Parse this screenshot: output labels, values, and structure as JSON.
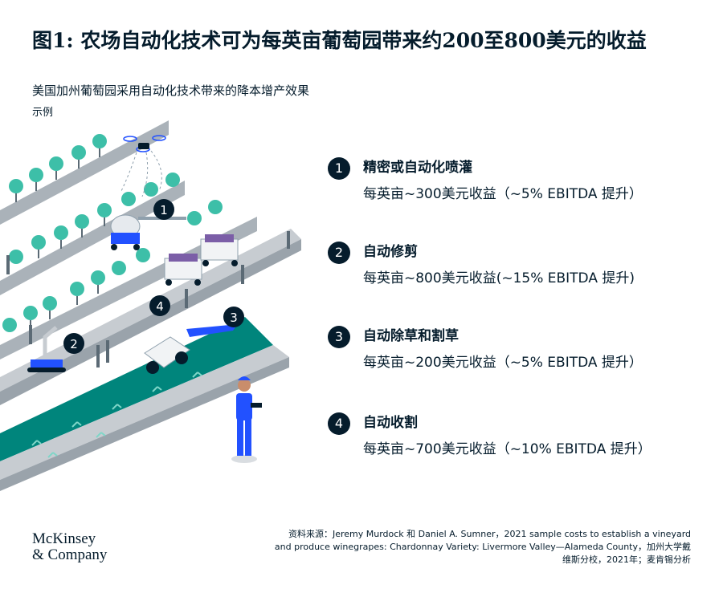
{
  "header": {
    "title": "图1: 农场自动化技术可为每英亩葡萄园带来约200至800美元的收益",
    "subtitle": "美国加州葡萄园采用自动化技术带来的降本增产效果",
    "note": "示例"
  },
  "illustration": {
    "markers": [
      "1",
      "2",
      "3",
      "4"
    ]
  },
  "items": [
    {
      "number": "1",
      "title": "精密或自动化喷灌",
      "value": "每英亩~300美元收益（~5% EBITDA 提升）"
    },
    {
      "number": "2",
      "title": "自动修剪",
      "value": "每英亩~800美元收益(~15% EBITDA 提升)"
    },
    {
      "number": "3",
      "title": "自动除草和割草",
      "value": "每英亩~200美元收益（~5% EBITDA 提升）"
    },
    {
      "number": "4",
      "title": "自动收割",
      "value": "每英亩~700美元收益（~10% EBITDA 提升）"
    }
  ],
  "footer": {
    "logo_line1": "McKinsey",
    "logo_line2": "& Company",
    "source": "资料来源：Jeremy Murdock 和 Daniel A. Sumner，2021 sample costs to establish a vineyard and produce winegrapes: Chardonnay Variety: Livermore Valley—Alameda County，加州大学戴维斯分校，2021年；麦肯锡分析"
  },
  "colors": {
    "navy": "#051c2c",
    "teal": "#00857c",
    "tree": "#3dbfa8",
    "robot_blue": "#2251ff",
    "ground_gray": "#c7ccd1"
  }
}
